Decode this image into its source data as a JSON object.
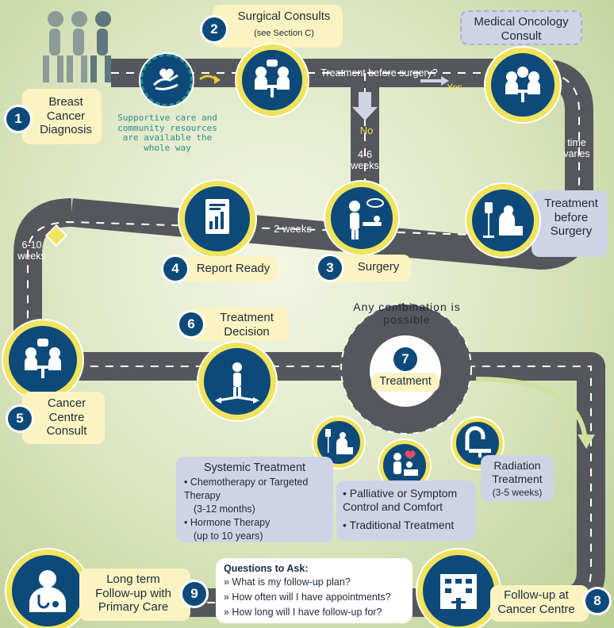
{
  "steps": {
    "s1": {
      "num": "1",
      "label": "Breast Cancer Diagnosis"
    },
    "s2": {
      "num": "2",
      "label": "Surgical Consults",
      "sub": "(see Section C)"
    },
    "s3": {
      "num": "3",
      "label": "Surgery"
    },
    "s4": {
      "num": "4",
      "label": "Report Ready"
    },
    "s5": {
      "num": "5",
      "label": "Cancer Centre Consult"
    },
    "s6": {
      "num": "6",
      "label": "Treatment Decision"
    },
    "s7": {
      "num": "7",
      "label": "Treatment"
    },
    "s8": {
      "num": "8",
      "label": "Follow-up at Cancer Centre"
    },
    "s9": {
      "num": "9",
      "label": "Long term Follow-up with Primary Care"
    }
  },
  "medical_oncology": "Medical Oncology Consult",
  "treatment_before_surgery": "Treatment before Surgery",
  "supportive_care": "Supportive care and community resources are available the whole way",
  "road_labels": {
    "question": "Treatment before surgery?",
    "yes": "Yes",
    "no": "No",
    "weeks_4_6": "4-6 weeks",
    "time_varies": "time varies",
    "two_weeks": "2 weeks",
    "weeks_6_10": "6-10 weeks",
    "any_combination": "Any combination is possible"
  },
  "systemic": {
    "title": "Systemic Treatment",
    "item1": "Chemotherapy or Targeted Therapy",
    "item1_detail": "(3-12 months)",
    "item2": "Hormone Therapy",
    "item2_detail": "(up to 10 years)"
  },
  "palliative": {
    "item1": "Palliative or Symptom Control and Comfort",
    "item2": "Traditional Treatment"
  },
  "radiation": {
    "title": "Radiation Treatment",
    "detail": "(3-5 weeks)"
  },
  "questions": {
    "title": "Questions to Ask:",
    "q1": "» What is my follow-up plan?",
    "q2": "» How often will I have appointments?",
    "q3": "» How long will I have follow-up for?"
  },
  "colors": {
    "road": "#55575c",
    "navy": "#0d4a7a",
    "accent": "#f0e35e",
    "teal": "#3a8f8a"
  }
}
